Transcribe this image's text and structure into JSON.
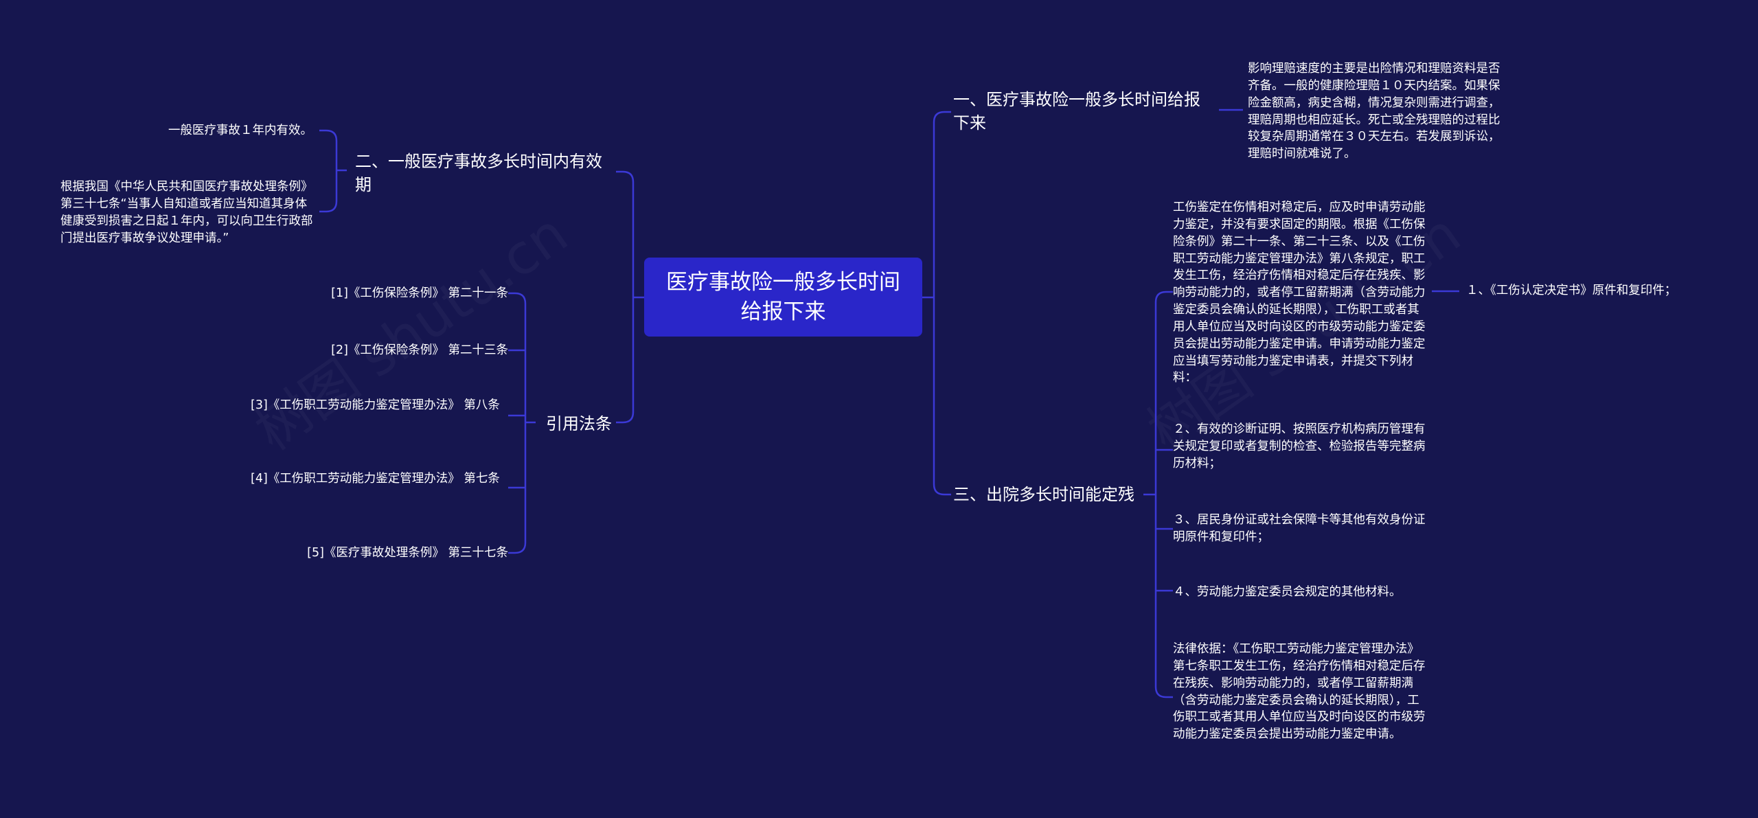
{
  "root": {
    "title": "医疗事故险一般多长时间给报下来"
  },
  "left": {
    "branch_validity": {
      "title": "二、一般医疗事故多长时间内有效期",
      "leaves": [
        "一般医疗事故１年内有效。",
        "根据我国《中华人民共和国医疗事故处理条例》第三十七条“当事人自知道或者应当知道其身体健康受到损害之日起１年内，可以向卫生行政部门提出医疗事故争议处理申请。”"
      ]
    },
    "branch_law": {
      "title": "引用法条",
      "leaves": [
        "[1]《工伤保险条例》 第二十一条",
        "[2]《工伤保险条例》 第二十三条",
        "[3]《工伤职工劳动能力鉴定管理办法》 第八条",
        "[4]《工伤职工劳动能力鉴定管理办法》 第七条",
        "[5]《医疗事故处理条例》 第三十七条"
      ]
    }
  },
  "right": {
    "branch_claim": {
      "title": "一、医疗事故险一般多长时间给报下来",
      "leaf": "影响理赔速度的主要是出险情况和理赔资料是否齐备。一般的健康险理赔１０天内结案。如果保险金额高，病史含糊，情况复杂则需进行调查，理赔周期也相应延长。死亡或全残理赔的过程比较复杂周期通常在３０天左右。若发展到诉讼，理赔时间就难说了。"
    },
    "branch_disability": {
      "title": "三、出院多长时间能定残",
      "leaves": [
        "工伤鉴定在伤情相对稳定后，应及时申请劳动能力鉴定，并没有要求固定的期限。根据《工伤保险条例》第二十一条、第二十三条、以及《工伤职工劳动能力鉴定管理办法》第八条规定，职工发生工伤，经治疗伤情相对稳定后存在残疾、影响劳动能力的，或者停工留薪期满（含劳动能力鉴定委员会确认的延长期限），工伤职工或者其用人单位应当及时向设区的市级劳动能力鉴定委员会提出劳动能力鉴定申请。申请劳动能力鉴定应当填写劳动能力鉴定申请表，并提交下列材料：",
        "２、有效的诊断证明、按照医疗机构病历管理有关规定复印或者复制的检查、检验报告等完整病历材料；",
        "３、居民身份证或社会保障卡等其他有效身份证明原件和复印件；",
        "４、劳动能力鉴定委员会规定的其他材料。",
        "法律依据：《工伤职工劳动能力鉴定管理办法》第七条职工发生工伤，经治疗伤情相对稳定后存在残疾、影响劳动能力的，或者停工留薪期满（含劳动能力鉴定委员会确认的延长期限），工伤职工或者其用人单位应当及时向设区的市级劳动能力鉴定委员会提出劳动能力鉴定申请。"
      ],
      "sub_leaf": "１、《工伤认定决定书》原件和复印件；"
    }
  },
  "watermark": "树图 shutu.cn",
  "colors": {
    "background": "#16164f",
    "root": "#2a26c9",
    "line": "#3b39d6"
  }
}
